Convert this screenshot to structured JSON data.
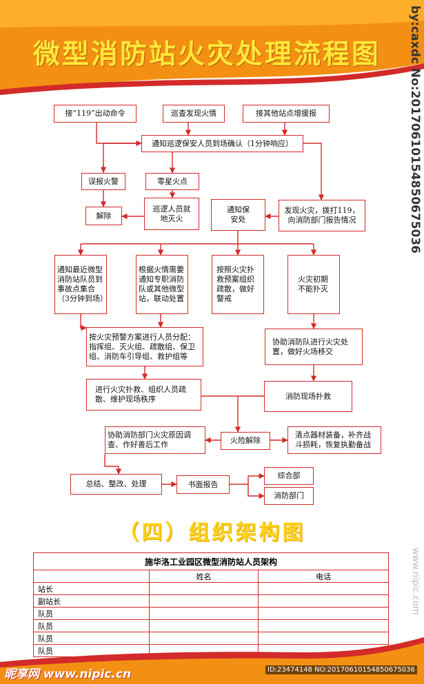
{
  "title": "微型消防站火灾处理流程图",
  "watermark_right": "by:caxdc No:20170610154850675036",
  "watermark_right_2": "www.nipic.com",
  "colors": {
    "accent_red": "#d32a2a",
    "orange": "#f39014",
    "yellow": "#ffe83a"
  },
  "flow": {
    "n1": "接“119”出动命令",
    "n2": "巡查发现火情",
    "n3": "接其他站点增援报",
    "n4": "通知巡逻保安人员到场确认（1分钟响应）",
    "n5": "误报火警",
    "n6": "零星火点",
    "n7": "解除",
    "n8": "巡逻人员就地灭火",
    "n9": "通知保安处",
    "n10": "发现火灾，拨打119，向消防部门报告情况",
    "n11": "通知最近微型消防站队员到事故点集合（3分钟到场）",
    "n12": "根据火情需要通知专职消防队或其他微型站，联动处置",
    "n13": "按照火灾扑救预案组织疏散，做好警戒",
    "n14": "火灾初期不能扑灭",
    "n15": "按火灾预警方案进行人员分配：指挥组、灭火组、疏散组、保卫组、消防车引导组、救护组等",
    "n16": "协助消防队进行火灾处置，做好火场移交",
    "n17": "进行火灾扑救、组织人员疏散、维护现场秩序",
    "n18": "消防现场扑救",
    "n19": "协助消防部门火灾原因调查、作好善后工作",
    "n20": "火险解除",
    "n21": "清点器材装备，补齐战斗损耗，恢复执勤备战",
    "n22": "总结、整改、处理",
    "n23": "书面报告",
    "n24": "综合部",
    "n25": "消防部门"
  },
  "section4_title": "（四）组织架构图",
  "org_table": {
    "caption": "施华洛工业园区微型消防站人员架构",
    "headers": [
      "",
      "姓名",
      "电话"
    ],
    "rows": [
      "站长",
      "副站长",
      "队员",
      "队员",
      "队员",
      "队员"
    ]
  },
  "footer": {
    "logo": "昵享网 www.nipic.cn",
    "id_text": "ID:23474148 NO:20170610154850675036"
  }
}
